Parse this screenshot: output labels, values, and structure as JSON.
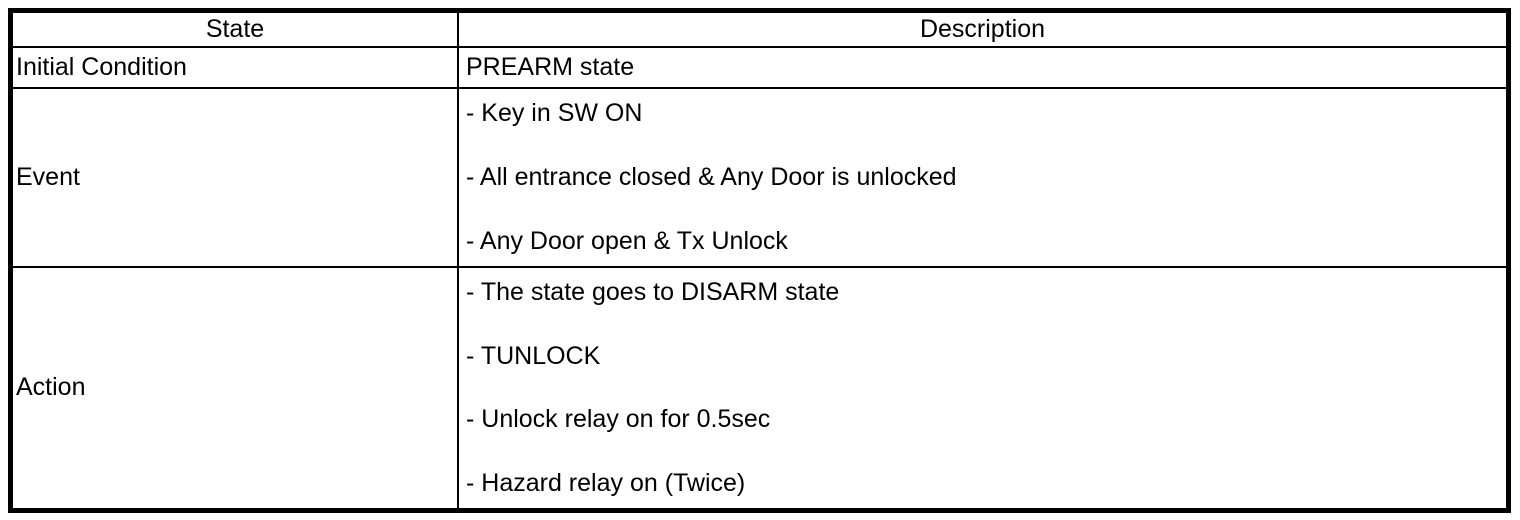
{
  "table": {
    "headers": {
      "state": "State",
      "description": "Description"
    },
    "rows": [
      {
        "label": "Initial Condition",
        "items": [
          "PREARM state"
        ]
      },
      {
        "label": "Event",
        "items": [
          "- Key in SW ON",
          "- All entrance closed & Any Door is unlocked",
          "- Any Door open & Tx Unlock"
        ]
      },
      {
        "label": "Action",
        "items": [
          "- The state goes to DISARM state",
          "- TUNLOCK",
          "- Unlock relay on for 0.5sec",
          "- Hazard relay on (Twice)"
        ]
      }
    ],
    "colors": {
      "border": "#000000",
      "background": "#ffffff",
      "text": "#000000"
    }
  }
}
